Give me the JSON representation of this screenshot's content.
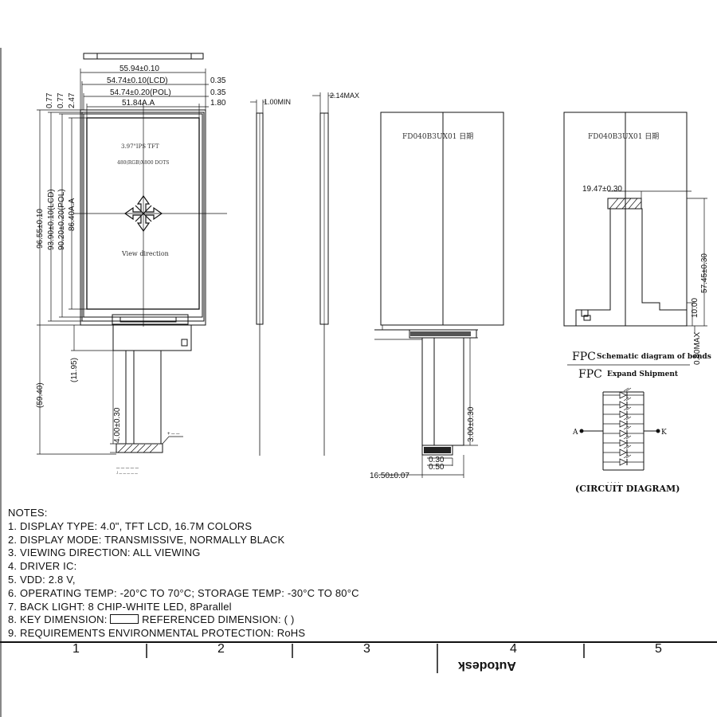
{
  "front_view": {
    "dim_outline_width": "55.94±0.10",
    "dim_lcd_width": "54.74±0.10(LCD)",
    "dim_lcd_margin": "0.35",
    "dim_pol_width": "54.74±0.20(POL)",
    "dim_pol_margin": "0.35",
    "dim_aa_width": "51.84A.A",
    "dim_aa_margin": "1.80",
    "dim_outline_height": "96.55±0.10",
    "dim_lcd_height": "93.90±0.10(LCD)",
    "dim_pol_height": "90.20±0.20(POL)",
    "dim_aa_height": "86.40A.A",
    "dim_top_077a": "0.77",
    "dim_top_077b": "0.77",
    "dim_top_247": "2.47",
    "dim_11_95": "(11.95)",
    "dim_59_40": "(59.40)",
    "dim_fpc_tail": "4.00±0.30",
    "screen_label_1": "3.97\"IPS TFT",
    "screen_label_2": "480(RGB)X800 DOTS",
    "view_direction": "View direction"
  },
  "side_view": {
    "dim_thickness_min": "1.00MIN",
    "dim_thickness_max": "2.14MAX"
  },
  "back_view": {
    "part_label": "FD040B3UX01 日期",
    "dim_fpc_tail": "3.00±0.30",
    "dim_fpc_width": "16.50±0.07",
    "dim_030": "0.30",
    "dim_050": "0.50"
  },
  "fpc_bend_view": {
    "part_label": "FD040B3UX01 日期",
    "dim_19_47": "19.47±0.30",
    "dim_57_45": "57.45±0.30",
    "dim_10_00": "10.00",
    "dim_080max": "0.80MAX",
    "fpc_label_1": "FPC",
    "fpc_desc_1": "Schematic diagram of bends",
    "fpc_label_2": "FPC",
    "fpc_desc_2": "Expand Shipment"
  },
  "circuit": {
    "anode": "A",
    "cathode": "K",
    "caption": "(CIRCUIT DIAGRAM)"
  },
  "notes": {
    "title": "NOTES:",
    "items": [
      "1. DISPLAY TYPE:  4.0\", TFT LCD, 16.7M COLORS",
      "2. DISPLAY MODE:   TRANSMISSIVE, NORMALLY BLACK",
      "3. VIEWING DIRECTION: ALL VIEWING",
      "4. DRIVER IC:",
      "5. VDD: 2.8 V,",
      "6. OPERATING TEMP: -20°C TO 70°C; STORAGE TEMP: -30°C TO 80°C",
      "7. BACK LIGHT: 8 CHIP-WHITE LED, 8Parallel",
      "8. KEY DIMENSION:",
      "9. REQUIREMENTS ENVIRONMENTAL PROTECTION: RoHS"
    ],
    "item8_suffix": "REFERENCED DIMENSION: (   )"
  },
  "title_block": {
    "zones": [
      "1",
      "2",
      "3",
      "4",
      "5"
    ],
    "brand": "Autodesk"
  }
}
